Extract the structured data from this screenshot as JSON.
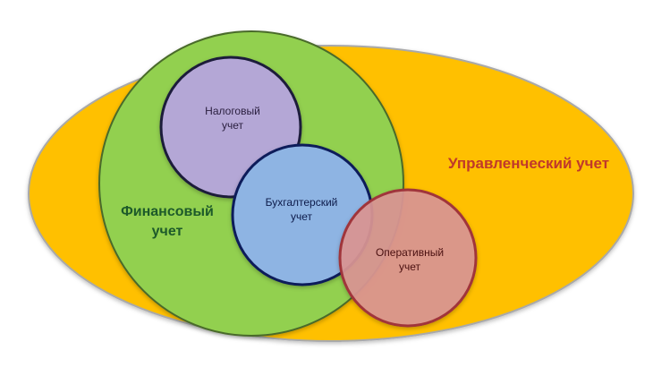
{
  "diagram": {
    "management_accounting": {
      "label_line1": "Управленческий учет",
      "color": "#ffc000",
      "stroke": "#a9a9a9"
    },
    "financial_accounting": {
      "label_line1": "Финансовый",
      "label_line2": "учет",
      "color": "#92d050",
      "stroke": "#4a6b2a"
    },
    "tax_accounting": {
      "label_line1": "Налоговый",
      "label_line2": "учет",
      "color": "#b4a7d6",
      "stroke": "#1f1f3a"
    },
    "bookkeeping": {
      "label_line1": "Бухгалтерский",
      "label_line2": "учет",
      "color": "#8eb4e3",
      "stroke": "#0b1a5a"
    },
    "operational_accounting": {
      "label_line1": "Оперативный",
      "label_line2": "учет",
      "color": "#da9694",
      "stroke": "#a0343a"
    }
  }
}
